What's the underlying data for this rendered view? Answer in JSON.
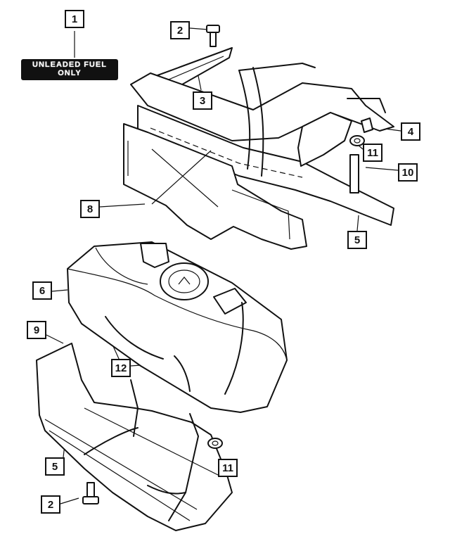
{
  "decal": {
    "line1": "UNLEADED FUEL",
    "line2": "ONLY"
  },
  "callouts": [
    {
      "id": "c1",
      "text": "1"
    },
    {
      "id": "c2a",
      "text": "2"
    },
    {
      "id": "c3",
      "text": "3"
    },
    {
      "id": "c4",
      "text": "4"
    },
    {
      "id": "c11a",
      "text": "11"
    },
    {
      "id": "c10",
      "text": "10"
    },
    {
      "id": "c8",
      "text": "8"
    },
    {
      "id": "c5a",
      "text": "5"
    },
    {
      "id": "c6",
      "text": "6"
    },
    {
      "id": "c9",
      "text": "9"
    },
    {
      "id": "c12",
      "text": "12"
    },
    {
      "id": "c5b",
      "text": "5"
    },
    {
      "id": "c11b",
      "text": "11"
    },
    {
      "id": "c2b",
      "text": "2"
    }
  ]
}
